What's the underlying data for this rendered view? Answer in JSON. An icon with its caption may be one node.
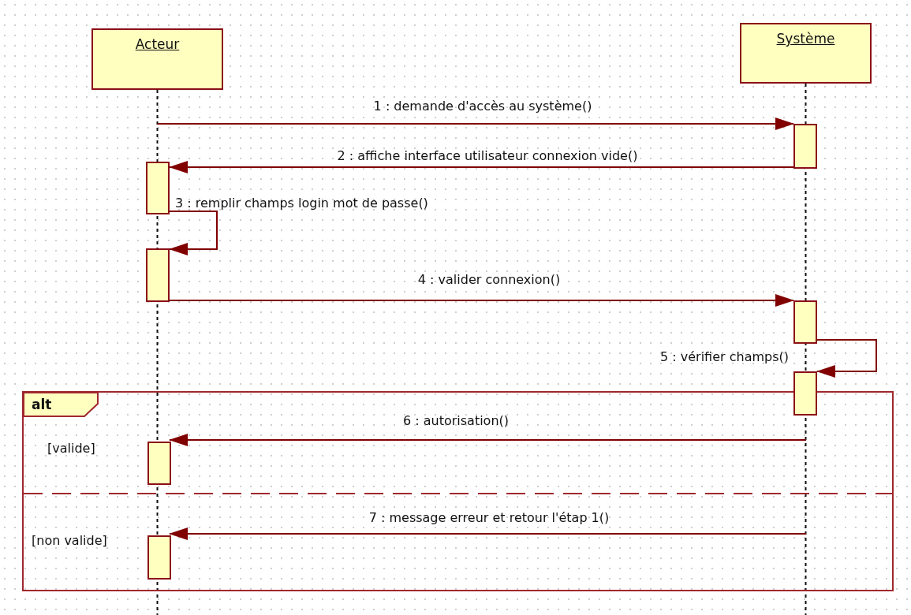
{
  "diagram": {
    "nodes": [
      {
        "text": [
          "Acteur"
        ]
      },
      {
        "text": [
          "Système"
        ]
      },
      {
        "text": [],
        "shape": "bar"
      },
      {
        "text": [],
        "shape": "bar"
      },
      {
        "text": [],
        "shape": "bar"
      },
      {
        "text": [],
        "shape": "bar"
      },
      {
        "text": [
          "alt",
          "[valide]",
          "[non valide]"
        ]
      },
      {
        "text": [],
        "shape": "bar"
      },
      {
        "text": [],
        "shape": "bar",
        "in": 6
      },
      {
        "text": [],
        "shape": "bar",
        "in": 6
      }
    ],
    "edges": [
      {
        "from": 0,
        "to": 2,
        "arrow": "to",
        "label": "1 : demande d'accès au système()"
      },
      {
        "from": 2,
        "to": 3,
        "arrow": "to",
        "label": "2 : affiche interface utilisateur connexion vide()"
      },
      {
        "from": 3,
        "to": 4,
        "arrow": "to",
        "label": "3 : remplir champs login mot de passe()"
      },
      {
        "from": 4,
        "to": 5,
        "arrow": "to",
        "label": "4 : valider connexion()"
      },
      {
        "from": 5,
        "to": 7,
        "arrow": "to",
        "label": "5 : vérifier champs()"
      },
      {
        "from": null,
        "to": 8,
        "arrow": "to",
        "label": "6 : autorisation()"
      },
      {
        "from": null,
        "to": 9,
        "arrow": "to",
        "label": "7 : message erreur et retour l'étap 1()"
      }
    ]
  }
}
